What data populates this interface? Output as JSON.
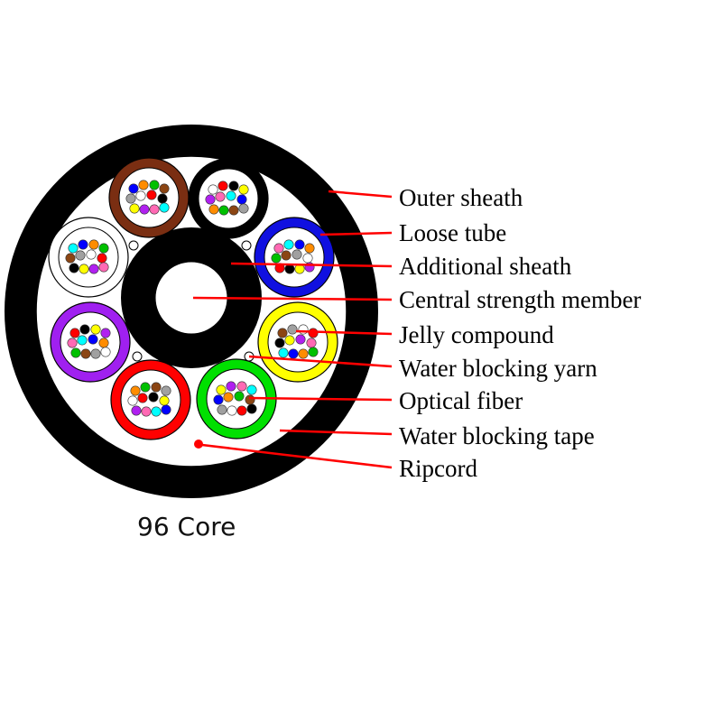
{
  "caption": "96 Core",
  "colors": {
    "leader": "#ff0000",
    "sheath": "#000000",
    "tape": "#ffffff",
    "ripcord": "#ff0000"
  },
  "labels": [
    "Outer sheath",
    "Loose tube",
    "Additional sheath",
    "Central strength member",
    "Jelly compound",
    "Water blocking yarn",
    "Optical fiber",
    "Water blocking tape",
    "Ripcord"
  ],
  "tube_colors": [
    "#7a2e12",
    "#000000",
    "#1010e0",
    "#ffff00",
    "#00e000",
    "#ff0000",
    "#a020f0",
    "#ffffff"
  ],
  "fiber_colors": [
    "#0000ff",
    "#ff8c00",
    "#00c000",
    "#8b4513",
    "#a0a0a0",
    "#ffffff",
    "#ff0000",
    "#000000",
    "#ffff00",
    "#b020f0",
    "#ff69b4",
    "#00ffff"
  ]
}
